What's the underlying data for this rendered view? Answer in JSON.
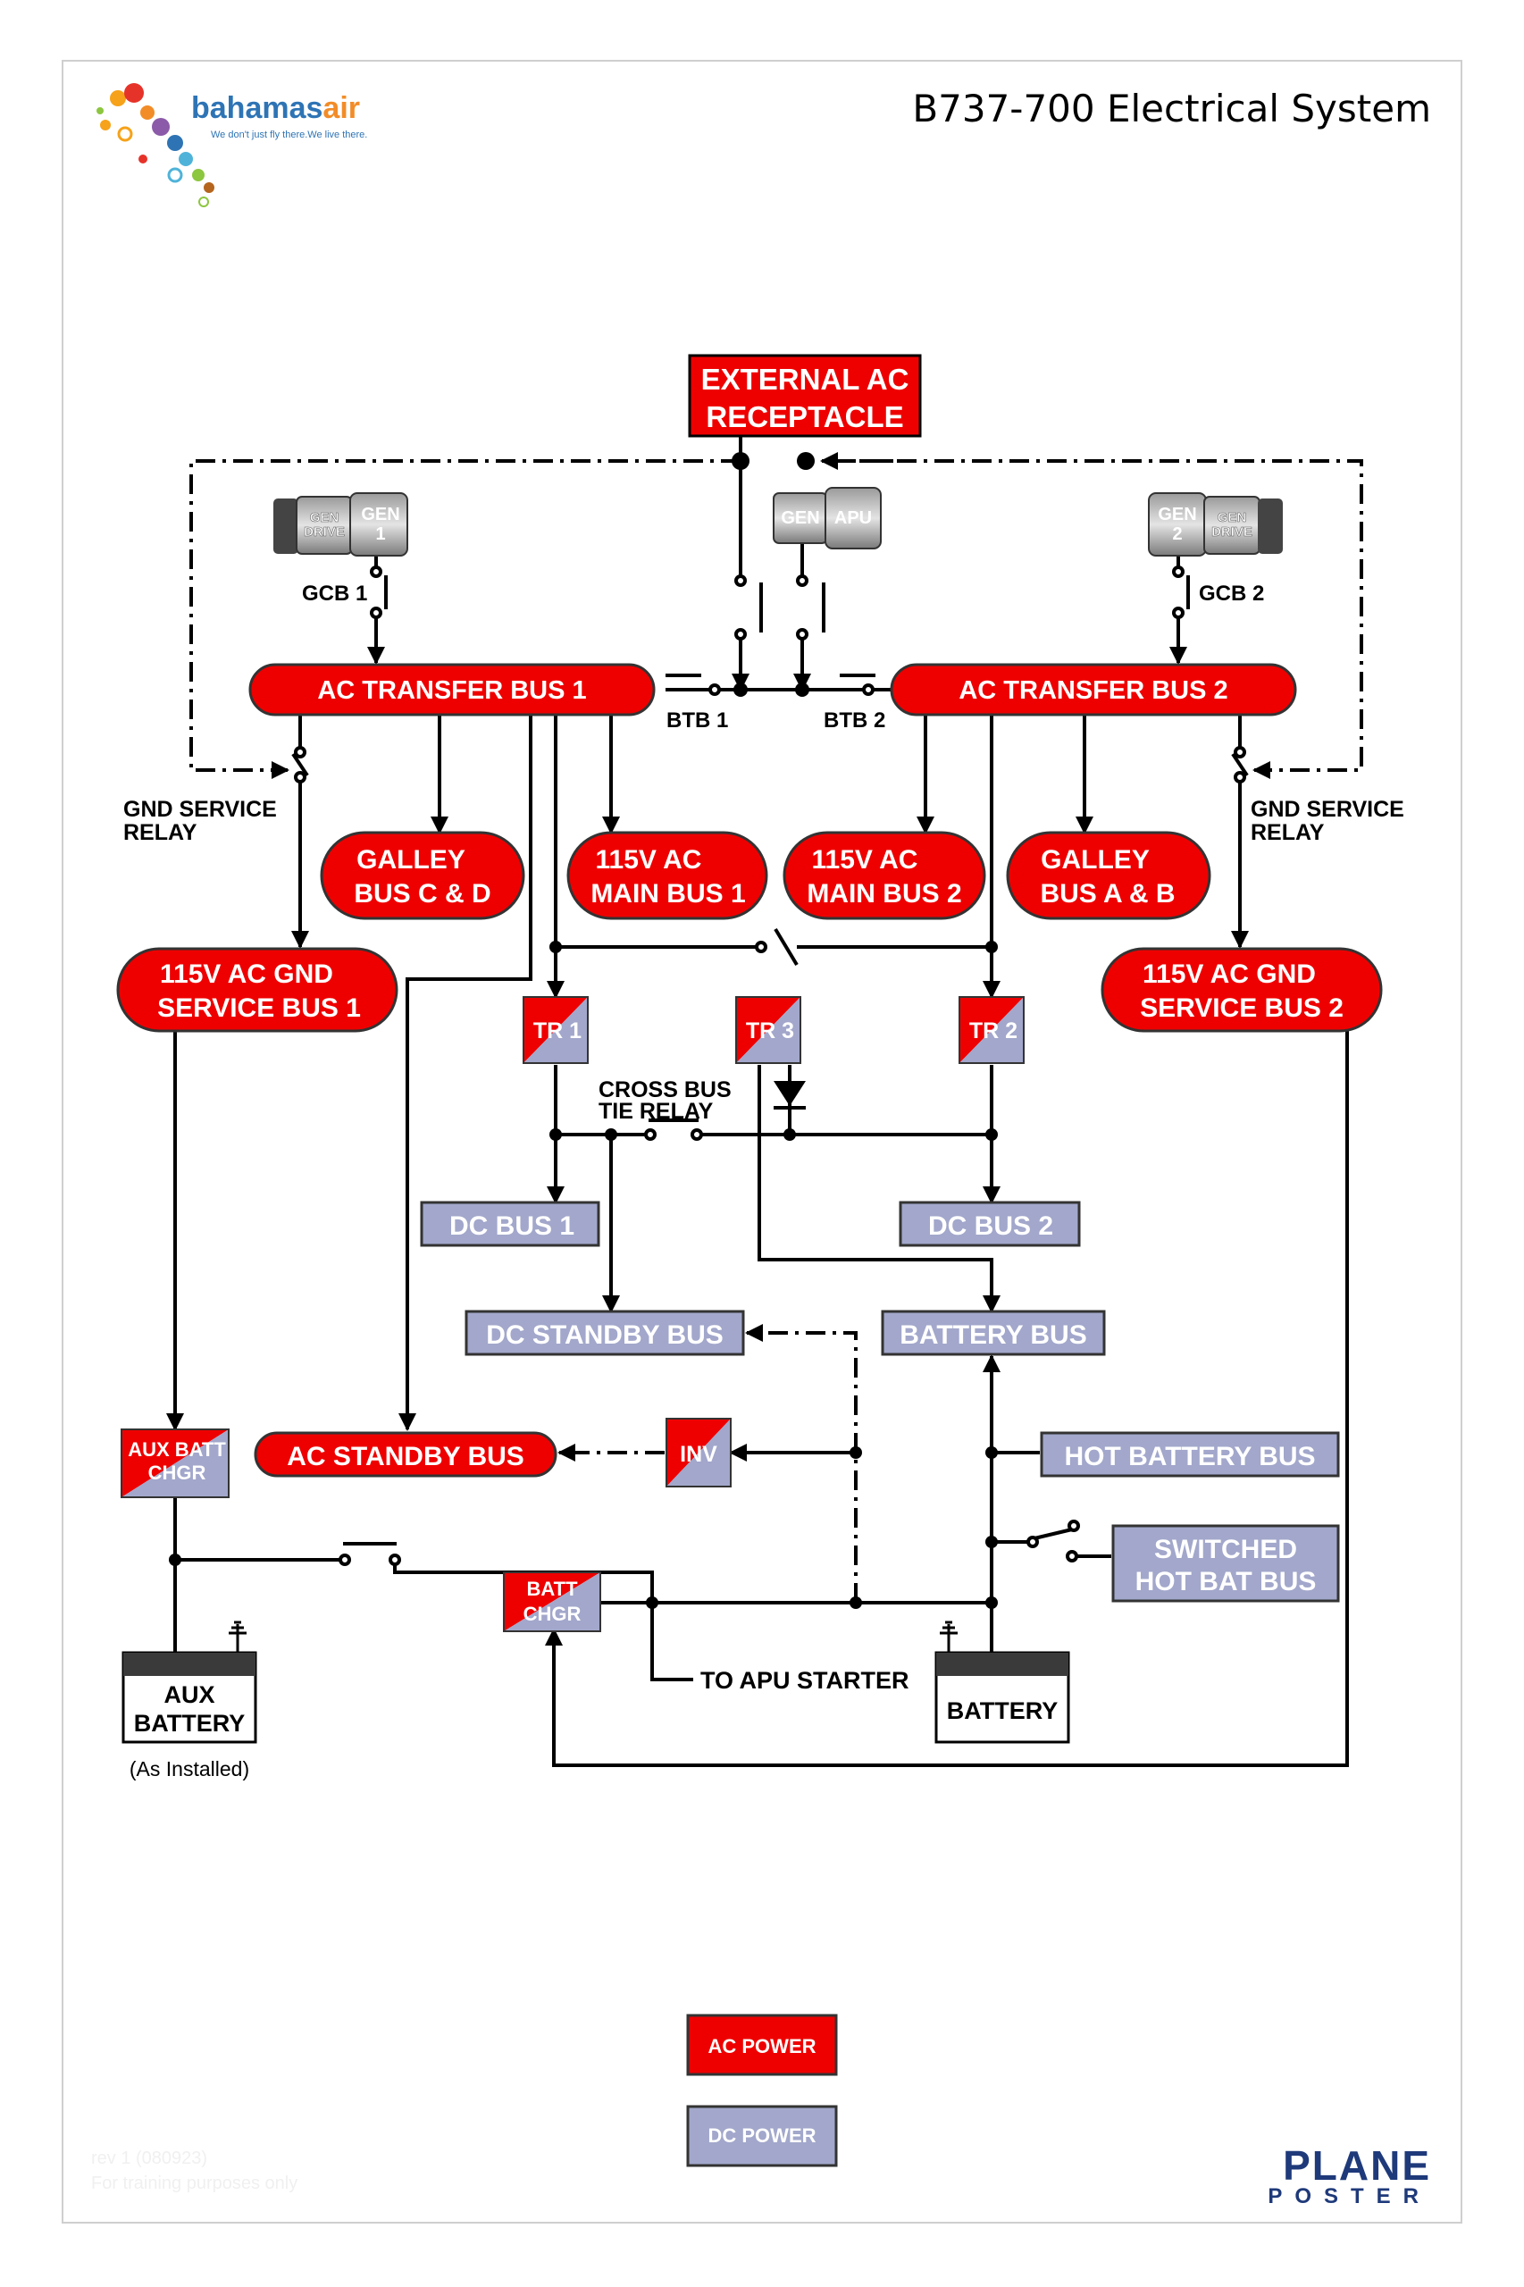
{
  "header": {
    "brand_name": "bahamasair",
    "brand_name_part1": "bahamas",
    "brand_name_part2": "air",
    "tagline": "We don't just fly there.We live there.",
    "title": "B737-700 Electrical System"
  },
  "colors": {
    "ac_power": "#ee0000",
    "dc_power": "#a2a7cb",
    "brand_blue": "#2e74b5",
    "brand_orange": "#f28c28",
    "line": "#000000"
  },
  "sources": {
    "external_ac_line1": "EXTERNAL AC",
    "external_ac_line2": "RECEPTACLE",
    "gen1_drive_l1": "GEN",
    "gen1_drive_l2": "DRIVE",
    "gen1_l1": "GEN",
    "gen1_l2": "1",
    "apu_gen": "GEN",
    "apu": "APU",
    "gen2_l1": "GEN",
    "gen2_l2": "2",
    "gen2_drive_l1": "GEN",
    "gen2_drive_l2": "DRIVE"
  },
  "breakers": {
    "gcb1": "GCB 1",
    "gcb2": "GCB 2",
    "btb1": "BTB 1",
    "btb2": "BTB 2"
  },
  "ac_buses": {
    "transfer1": "AC TRANSFER BUS 1",
    "transfer2": "AC TRANSFER BUS 2",
    "galley_cd_l1": "GALLEY",
    "galley_cd_l2": "BUS C & D",
    "main1_l1": "115V AC",
    "main1_l2": "MAIN BUS 1",
    "main2_l1": "115V AC",
    "main2_l2": "MAIN BUS 2",
    "galley_ab_l1": "GALLEY",
    "galley_ab_l2": "BUS A & B",
    "gnd_svc1_l1": "115V AC GND",
    "gnd_svc1_l2": "SERVICE BUS 1",
    "gnd_svc2_l1": "115V AC GND",
    "gnd_svc2_l2": "SERVICE BUS 2",
    "ac_standby": "AC STANDBY BUS"
  },
  "relays": {
    "gnd_service_l1": "GND SERVICE",
    "gnd_service_l2": "RELAY",
    "cross_bus_l1": "CROSS BUS",
    "cross_bus_l2": "TIE RELAY"
  },
  "converters": {
    "tr1": "TR 1",
    "tr2": "TR 2",
    "tr3": "TR 3",
    "inv": "INV",
    "aux_chgr_l1": "AUX BATT",
    "aux_chgr_l2": "CHGR",
    "batt_chgr_l1": "BATT",
    "batt_chgr_l2": "CHGR"
  },
  "dc_buses": {
    "dc1": "DC BUS 1",
    "dc2": "DC BUS 2",
    "dc_standby": "DC STANDBY BUS",
    "battery_bus": "BATTERY BUS",
    "hot_battery": "HOT BATTERY BUS",
    "switched_hot_l1": "SWITCHED",
    "switched_hot_l2": "HOT BAT BUS"
  },
  "batteries": {
    "aux_l1": "AUX",
    "aux_l2": "BATTERY",
    "aux_note": "(As Installed)",
    "main": "BATTERY",
    "apu_starter": "TO APU STARTER"
  },
  "legend": {
    "ac": "AC POWER",
    "dc": "DC POWER"
  },
  "footer": {
    "rev_line1": "rev 1 (080923)",
    "rev_line2": "For training purposes only",
    "publisher_l1": "PLANE",
    "publisher_l2": "POSTER"
  }
}
